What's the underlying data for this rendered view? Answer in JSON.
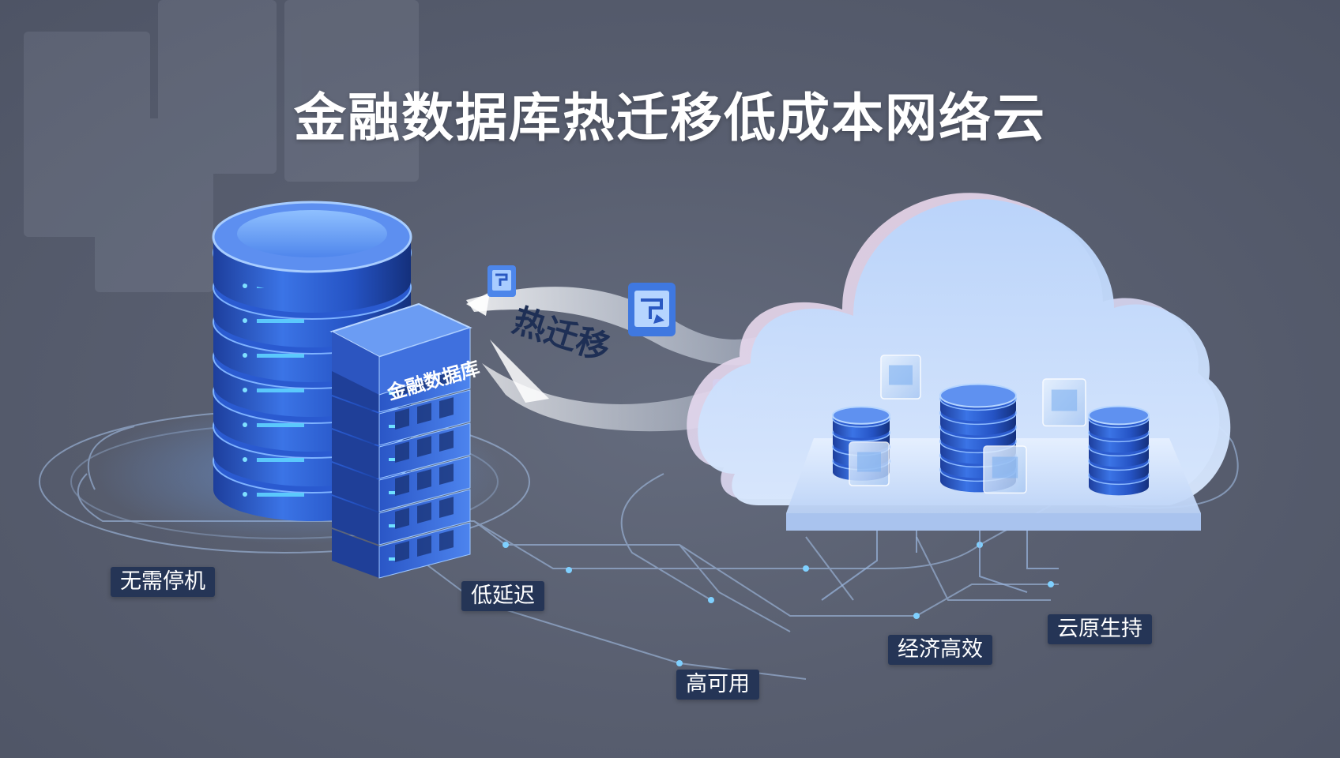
{
  "title": "金融数据库热迁移低成本网络云",
  "migration_label": "热迁移",
  "database_label": "金融数据库",
  "features": {
    "no_downtime": "无需停机",
    "low_latency": "低延迟",
    "high_availability": "高可用",
    "cost_efficient": "经济高效",
    "cloud_native": "云原生持"
  },
  "colors": {
    "background": "#5a6070",
    "database_blue": "#2f5fd0",
    "cloud": "#c7dcfa",
    "tag_background": "#253556"
  },
  "icons": [
    "database-stack-icon",
    "server-rack-icon",
    "cloud-icon",
    "data-packet-icon",
    "migration-arrow-icon"
  ]
}
